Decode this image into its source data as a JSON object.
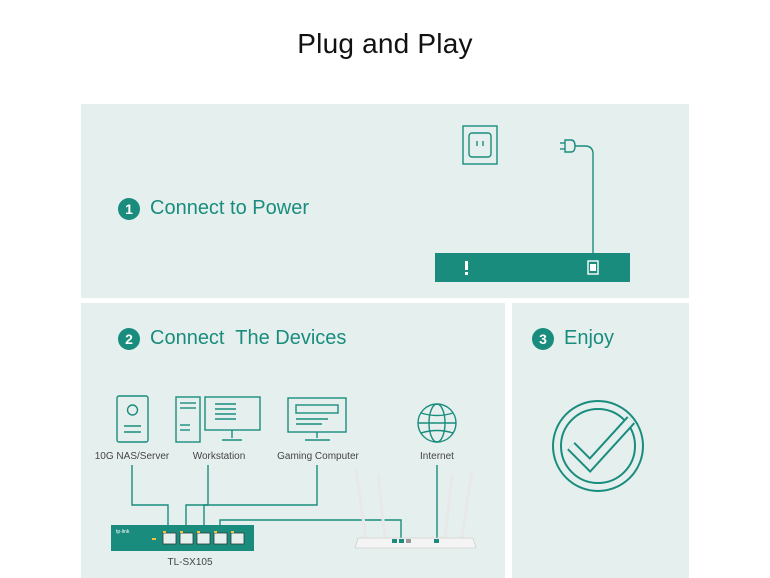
{
  "title": "Plug and Play",
  "steps": [
    {
      "number": "1",
      "label": "Connect to Power"
    },
    {
      "number": "2",
      "label": "Connect  The Devices"
    },
    {
      "number": "3",
      "label": "Enjoy"
    }
  ],
  "devices": [
    {
      "label": "10G NAS/Server",
      "icon": "nas-server-icon"
    },
    {
      "label": "Workstation",
      "icon": "workstation-icon"
    },
    {
      "label": "Gaming Computer",
      "icon": "gaming-computer-icon"
    },
    {
      "label": "Internet",
      "icon": "globe-icon"
    }
  ],
  "switch": {
    "model": "TL-SX105",
    "brand": "tp-link"
  },
  "colors": {
    "accent": "#1a8c7d",
    "panel": "#e5f0ee",
    "port": "#f6c23e"
  }
}
